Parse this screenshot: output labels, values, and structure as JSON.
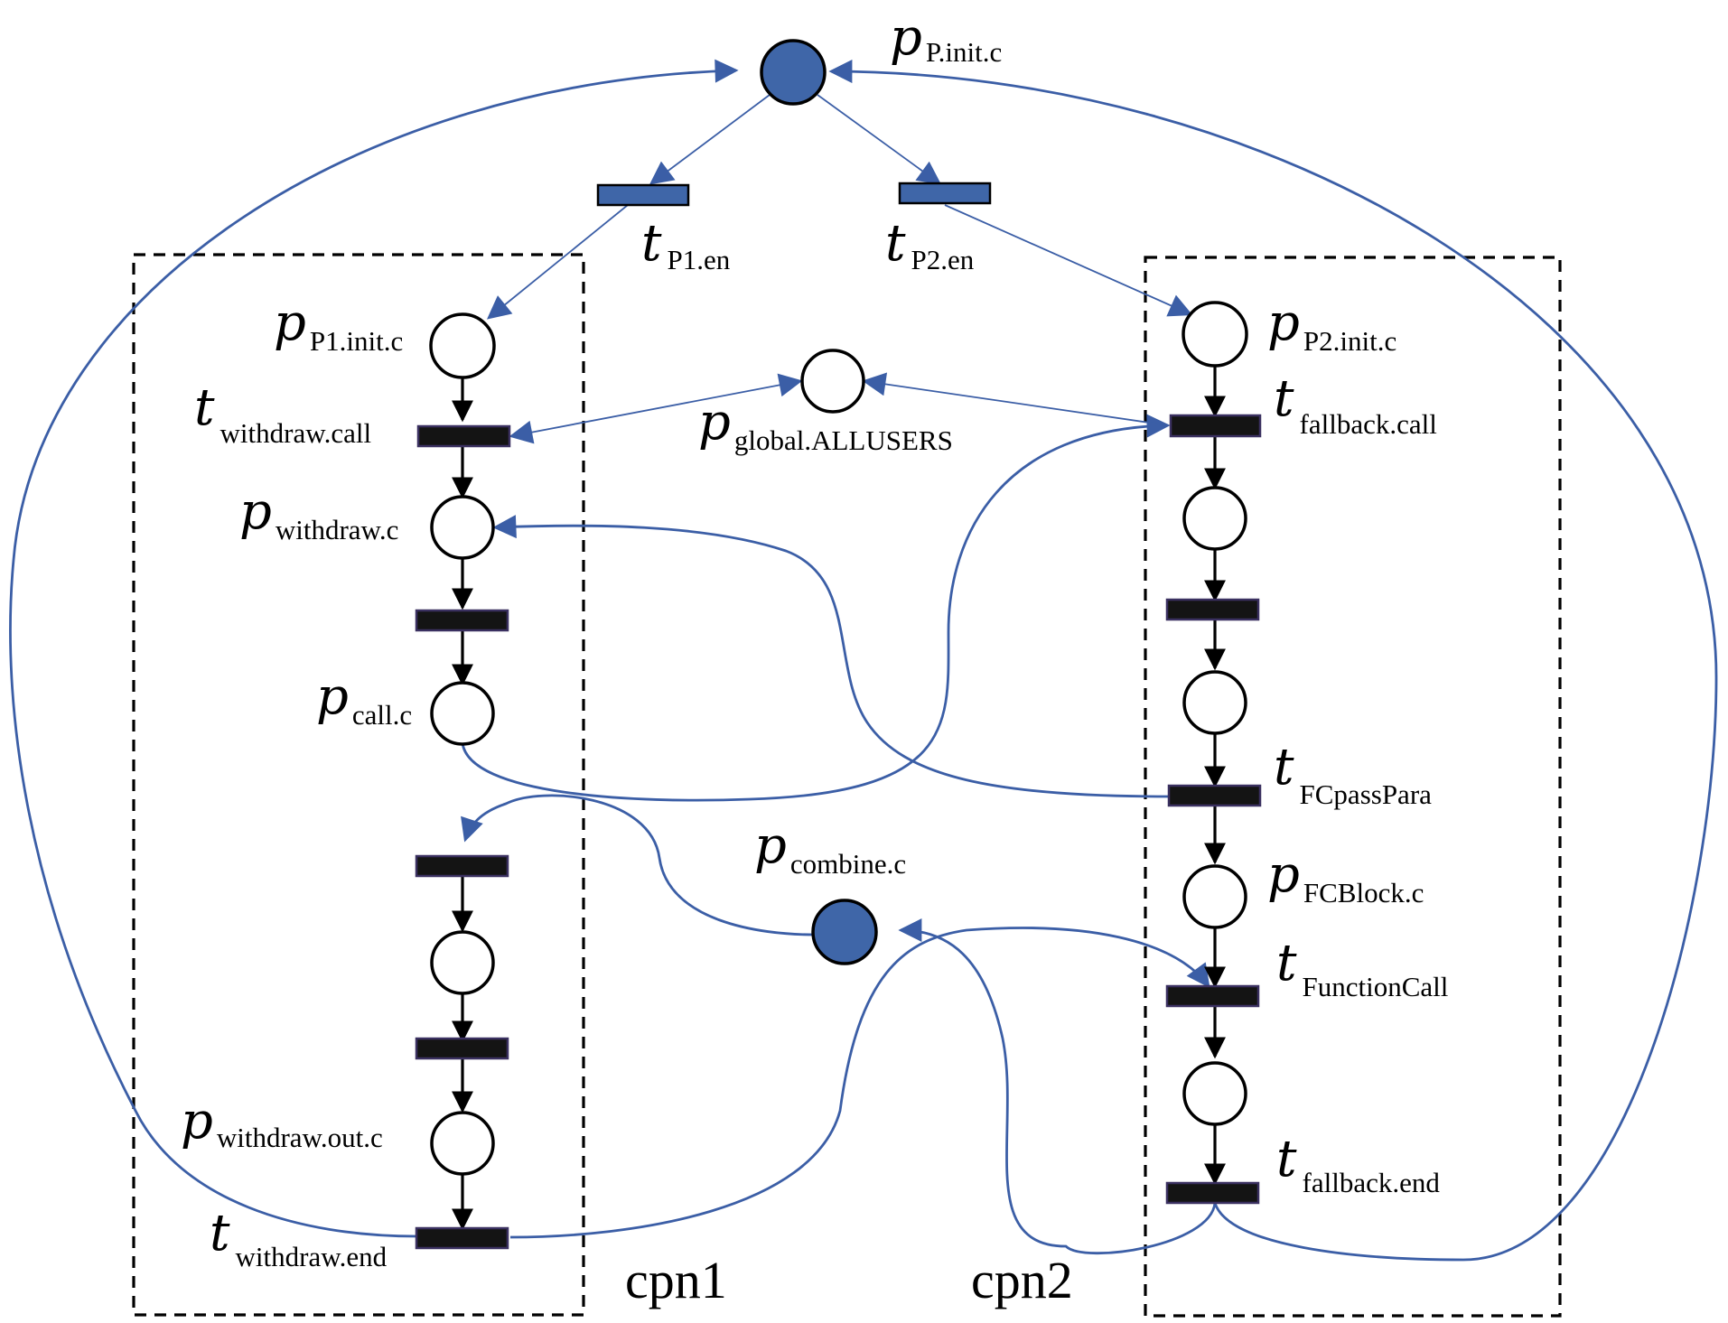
{
  "places": [
    {
      "id": "p_init",
      "base": "p",
      "sub": "P.init.c",
      "filled": true
    },
    {
      "id": "p_p1init",
      "base": "p",
      "sub": "P1.init.c",
      "filled": false
    },
    {
      "id": "p_p2init",
      "base": "p",
      "sub": "P2.init.c",
      "filled": false
    },
    {
      "id": "p_global",
      "base": "p",
      "sub": "global.ALLUSERS",
      "filled": false
    },
    {
      "id": "p_withdrawc",
      "base": "p",
      "sub": "withdraw.c",
      "filled": false
    },
    {
      "id": "p_callc",
      "base": "p",
      "sub": "call.c",
      "filled": false
    },
    {
      "id": "p_wd_mid",
      "base": "",
      "sub": "",
      "filled": false
    },
    {
      "id": "p_withdrawout",
      "base": "p",
      "sub": "withdraw.out.c",
      "filled": false
    },
    {
      "id": "p_combine",
      "base": "p",
      "sub": "combine.c",
      "filled": true
    },
    {
      "id": "p_fb_1",
      "base": "",
      "sub": "",
      "filled": false
    },
    {
      "id": "p_fb_2",
      "base": "",
      "sub": "",
      "filled": false
    },
    {
      "id": "p_fcblock",
      "base": "p",
      "sub": "FCBlock.c",
      "filled": false
    },
    {
      "id": "p_fb_3",
      "base": "",
      "sub": "",
      "filled": false
    }
  ],
  "transitions": [
    {
      "id": "t_p1en",
      "base": "t",
      "sub": "P1.en",
      "color": "blue"
    },
    {
      "id": "t_p2en",
      "base": "t",
      "sub": "P2.en",
      "color": "blue"
    },
    {
      "id": "t_withdrawcall",
      "base": "t",
      "sub": "withdraw.call",
      "color": "black"
    },
    {
      "id": "t_wd_2",
      "base": "",
      "sub": "",
      "color": "black"
    },
    {
      "id": "t_wd_3",
      "base": "",
      "sub": "",
      "color": "black"
    },
    {
      "id": "t_wd_4",
      "base": "",
      "sub": "",
      "color": "black"
    },
    {
      "id": "t_withdrawend",
      "base": "t",
      "sub": "withdraw.end",
      "color": "black"
    },
    {
      "id": "t_fallbackcall",
      "base": "t",
      "sub": "fallback.call",
      "color": "black"
    },
    {
      "id": "t_fb_2",
      "base": "",
      "sub": "",
      "color": "black"
    },
    {
      "id": "t_fcpasspara",
      "base": "t",
      "sub": "FCpassPara",
      "color": "black"
    },
    {
      "id": "t_functioncall",
      "base": "t",
      "sub": "FunctionCall",
      "color": "black"
    },
    {
      "id": "t_fallbackend",
      "base": "t",
      "sub": "fallback.end",
      "color": "black"
    }
  ],
  "components": [
    {
      "id": "cpn1",
      "label": "cpn1"
    },
    {
      "id": "cpn2",
      "label": "cpn2"
    }
  ],
  "colors": {
    "accent_blue": "#3f66a8",
    "arc_blue": "#3b5ea6",
    "transition_black": "#141414"
  }
}
